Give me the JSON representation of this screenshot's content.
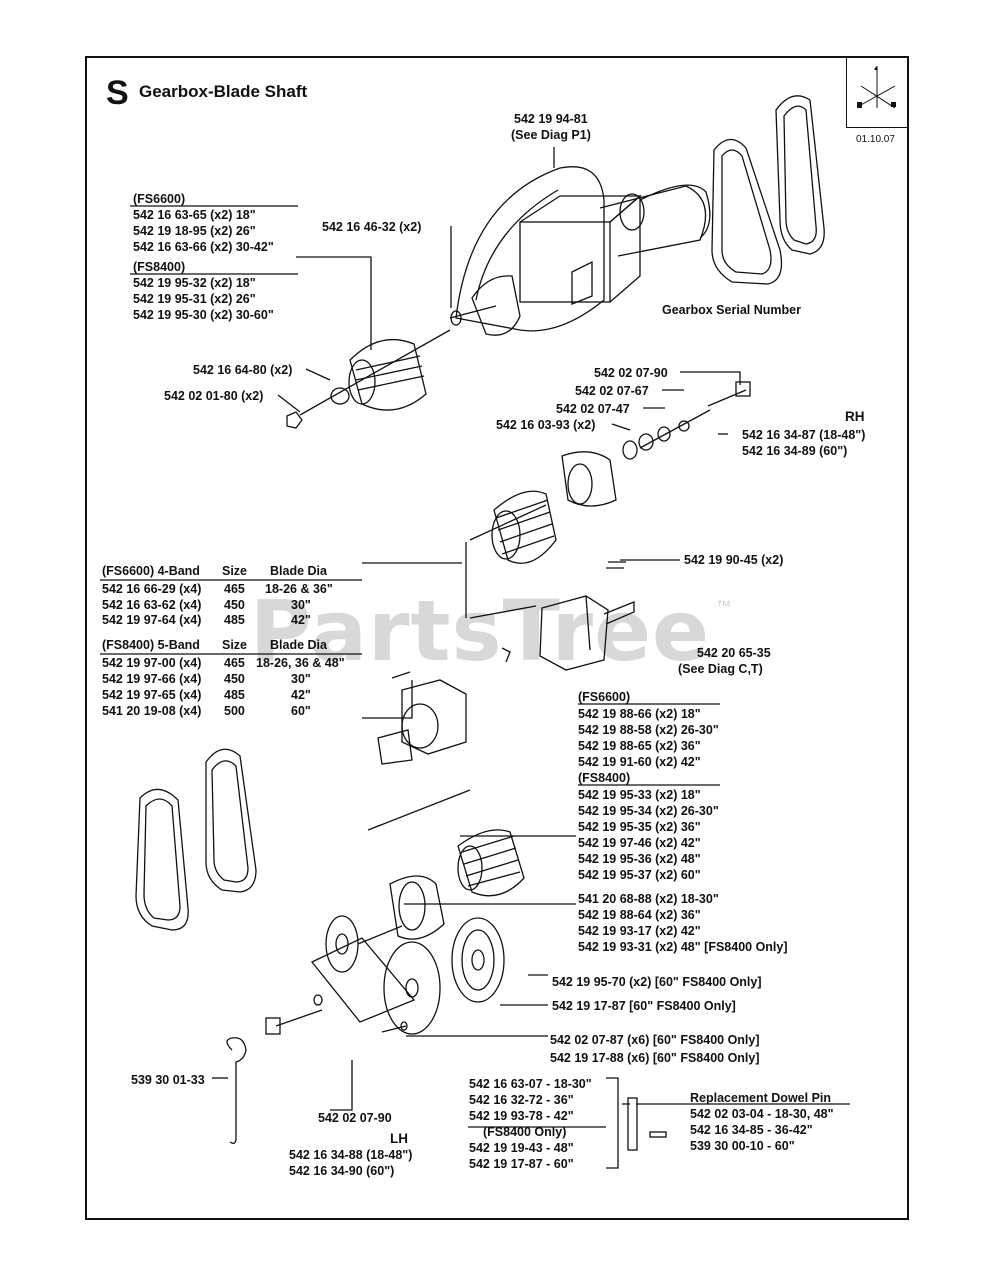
{
  "header": {
    "letter": "S",
    "title": "Gearbox-Blade Shaft",
    "date": "01.10.07"
  },
  "watermark": {
    "text": "PartsTree",
    "tm": "™"
  },
  "top_part": {
    "number": "542 19 94-81",
    "ref": "(See Diag P1)"
  },
  "gearbox_bolt": "542 16 46-32 (x2)",
  "gearbox_serial": "Gearbox Serial Number",
  "pulley_group": {
    "fs6600_title": "(FS6600)",
    "fs6600": [
      "542 16 63-65 (x2)   18\"",
      "542 19 18-95 (x2)   26\"",
      "542 16 63-66 (x2) 30-42\""
    ],
    "fs8400_title": "(FS8400)",
    "fs8400": [
      "542 19 95-32 (x2)   18\"",
      "542 19 95-31 (x2)   26\"",
      "542 19 95-30 (x2)  30-60\""
    ]
  },
  "washer": "542 16 64-80 (x2)",
  "nut": "542 02 01-80 (x2)",
  "rh_stack": {
    "a": "542 02 07-90",
    "b": "542 02 07-67",
    "c": "542 02 07-47",
    "d": "542 16 03-93 (x2)",
    "rh_label": "RH",
    "rh_1": "542 16 34-87 (18-48\")",
    "rh_2": "542 16 34-89    (60\")"
  },
  "key_part": "542 19 90-45 (x2)",
  "spindle_part": "542 20 65-35",
  "spindle_ref": "(See Diag C,T)",
  "belt_table": {
    "fs6600_head": [
      "(FS6600) 4-Band",
      "Size",
      "Blade Dia"
    ],
    "fs6600_rows": [
      [
        "542 16 66-29 (x4)",
        "465",
        "18-26 & 36\""
      ],
      [
        "542 16 63-62 (x4)",
        "450",
        "30\""
      ],
      [
        "542 19 97-64 (x4)",
        "485",
        "42\""
      ]
    ],
    "fs8400_head": [
      "(FS8400) 5-Band",
      "Size",
      "Blade Dia"
    ],
    "fs8400_rows": [
      [
        "542 19 97-00 (x4)",
        "465",
        "18-26, 36 & 48\""
      ],
      [
        "542 19 97-66 (x4)",
        "450",
        "30\""
      ],
      [
        "542 19 97-65 (x4)",
        "485",
        "42\""
      ],
      [
        "541 20 19-08 (x4)",
        "500",
        "60\""
      ]
    ]
  },
  "lower_pulley": {
    "fs6600_title": "(FS6600)",
    "fs6600": [
      "542 19 88-66 (x2)   18\"",
      "542 19 88-58 (x2) 26-30\"",
      "542 19 88-65 (x2)   36\"",
      "542 19 91-60 (x2)   42\""
    ],
    "fs8400_title": "(FS8400)",
    "fs8400": [
      "542 19 95-33 (x2)   18\"",
      "542 19 95-34 (x2) 26-30\"",
      "542 19 95-35 (x2)   36\"",
      "542 19 97-46 (x2)   42\"",
      "542 19 95-36 (x2)   48\"",
      "542 19 95-37 (x2)   60\""
    ]
  },
  "hub_group": [
    "541 20 68-88 (x2) 18-30\"",
    "542 19 88-64 (x2)   36\"",
    "542 19 93-17 (x2)   42\"",
    "542 19 93-31 (x2)   48\" [FS8400 Only]"
  ],
  "lower_parts": [
    "542 19 95-70 (x2)  [60\" FS8400 Only]",
    "542 19 17-87 [60\" FS8400 Only]",
    "542 02 07-87 (x6)  [60\" FS8400 Only]",
    "542 19 17-88 (x6)  [60\" FS8400 Only]"
  ],
  "hook_part": "539 30 01-33",
  "lh_stack": {
    "a": "542 02 07-90",
    "lh_label": "LH",
    "lh_1": "542 16 34-88 (18-48\")",
    "lh_2": "542 16 34-90    (60\")"
  },
  "dowel_list": {
    "rows": [
      "542 16 63-07 - 18-30\"",
      "542 16 32-72 -    36\"",
      "542 19 93-78 -    42\""
    ],
    "fs8400_title": "(FS8400 Only)",
    "fs8400_rows": [
      "542 19 19-43 -    48\"",
      "542 19 17-87 -    60\""
    ]
  },
  "replacement": {
    "title": "Replacement Dowel Pin",
    "rows": [
      "542 02 03-04 - 18-30, 48\"",
      "542 16 34-85 - 36-42\"",
      "539 30 00-10 - 60\""
    ]
  }
}
